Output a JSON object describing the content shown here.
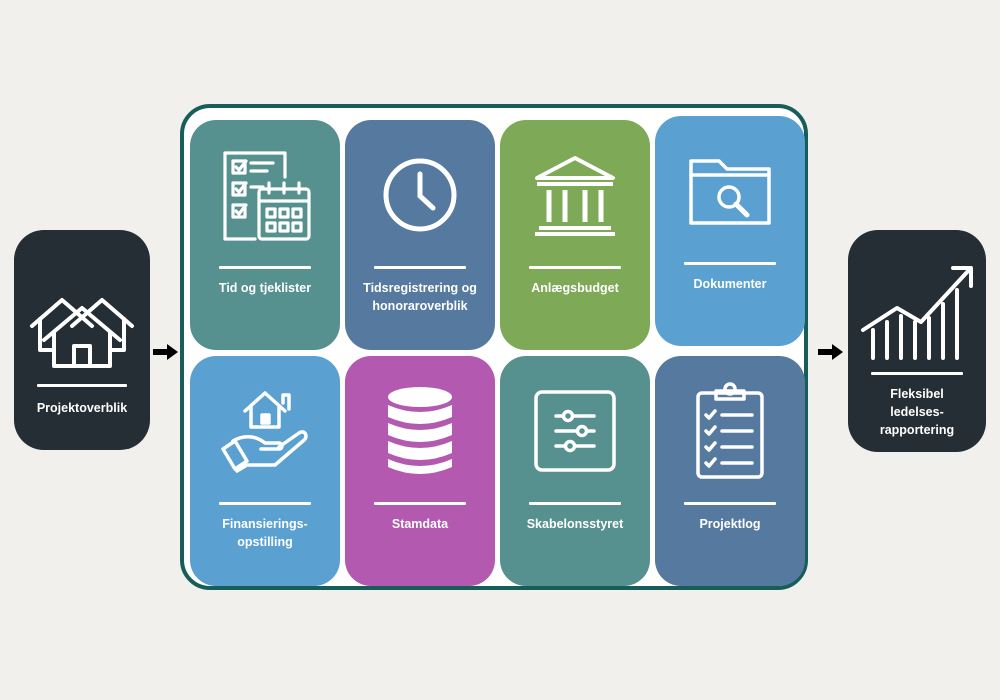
{
  "colors": {
    "background": "#f1f0ed",
    "side_card": "#252d35",
    "frame_border": "#175e5a",
    "teal": "#569190",
    "slate_blue": "#56799f",
    "green": "#7ea956",
    "sky_blue": "#5aa0d1",
    "magenta": "#b359b0"
  },
  "left_card": {
    "label": "Projektoverblik",
    "icon": "houses-icon"
  },
  "right_card": {
    "label": "Fleksibel\nledelses-\nrapportering",
    "icon": "growth-chart-icon"
  },
  "tiles": [
    {
      "label": "Tid og tjeklister",
      "icon": "checklist-calendar-icon",
      "color": "#569190"
    },
    {
      "label": "Tidsregistrering og\nhonoraroverblik",
      "icon": "clock-icon",
      "color": "#56799f"
    },
    {
      "label": "Anlægsbudget",
      "icon": "bank-building-icon",
      "color": "#7ea956"
    },
    {
      "label": "Dokumenter",
      "icon": "folder-search-icon",
      "color": "#5aa0d1"
    },
    {
      "label": "Finansierings-\nopstilling",
      "icon": "house-in-hand-icon",
      "color": "#5aa0d1"
    },
    {
      "label": "Stamdata",
      "icon": "database-icon",
      "color": "#b359b0"
    },
    {
      "label": "Skabelonsstyret",
      "icon": "sliders-icon",
      "color": "#569190"
    },
    {
      "label": "Projektlog",
      "icon": "clipboard-checklist-icon",
      "color": "#56799f"
    }
  ]
}
